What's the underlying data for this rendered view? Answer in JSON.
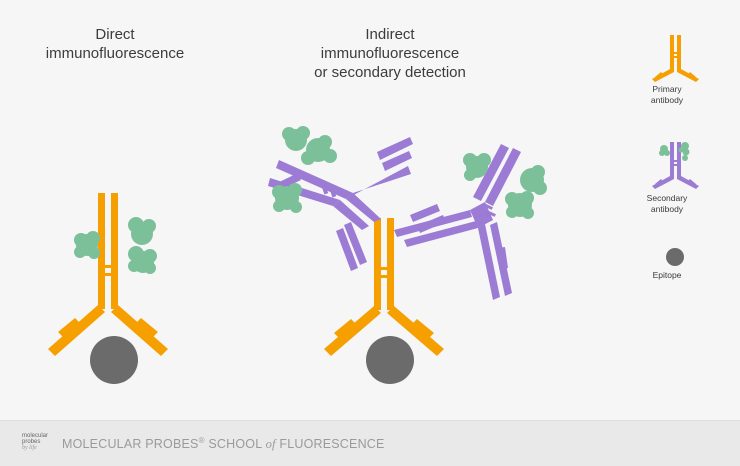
{
  "titles": {
    "direct": "Direct\nimmunofluorescence",
    "indirect": "Indirect\nimmunofluorescence\nor secondary detection"
  },
  "legend": {
    "primary": "Primary\nantibody",
    "secondary": "Secondary\nantibody",
    "epitope": "Epitope"
  },
  "footer": {
    "logo_line1": "molecular",
    "logo_line2": "probes",
    "logo_mark": "by life",
    "brand": "MOLECULAR PROBES",
    "reg": "®",
    "school": " SCHOOL ",
    "of": "of",
    "fluorescence": " FLUORESCENCE"
  },
  "colors": {
    "primary_antibody": "#f5a000",
    "secondary_antibody": "#9c7bd4",
    "fluorophore": "#7cc09a",
    "epitope": "#6b6b6b",
    "background": "#f6f6f6",
    "footer_bg": "#e9e9e9"
  }
}
